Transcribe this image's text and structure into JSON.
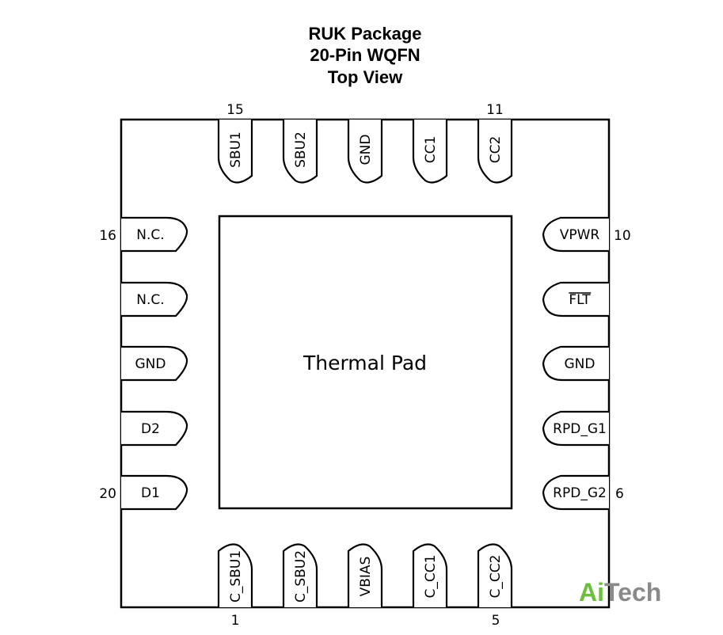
{
  "title": {
    "line1": "RUK Package",
    "line2": "20-Pin WQFN",
    "line3": "Top View"
  },
  "thermal_pad": {
    "label": "Thermal Pad"
  },
  "pins": {
    "top": [
      "SBU1",
      "SBU2",
      "GND",
      "CC1",
      "CC2"
    ],
    "left": [
      "N.C.",
      "N.C.",
      "GND",
      "D2",
      "D1"
    ],
    "right": [
      "VPWR",
      "FLT",
      "GND",
      "RPD_G1",
      "RPD_G2"
    ],
    "bottom": [
      "C_SBU1",
      "C_SBU2",
      "VBIAS",
      "C_CC1",
      "C_CC2"
    ]
  },
  "overbar_pins": [
    "FLT"
  ],
  "pin_numbers": {
    "top_left": "15",
    "top_right": "11",
    "left_top": "16",
    "left_bottom": "20",
    "right_top": "10",
    "right_bottom": "6",
    "bottom_left": "1",
    "bottom_right": "5"
  },
  "watermark": {
    "part1": "Ai",
    "part2": "Tech"
  },
  "colors": {
    "outline": "#000000",
    "watermark_ai": "#6bbf3b",
    "watermark_tech": "#8a8a8a"
  }
}
